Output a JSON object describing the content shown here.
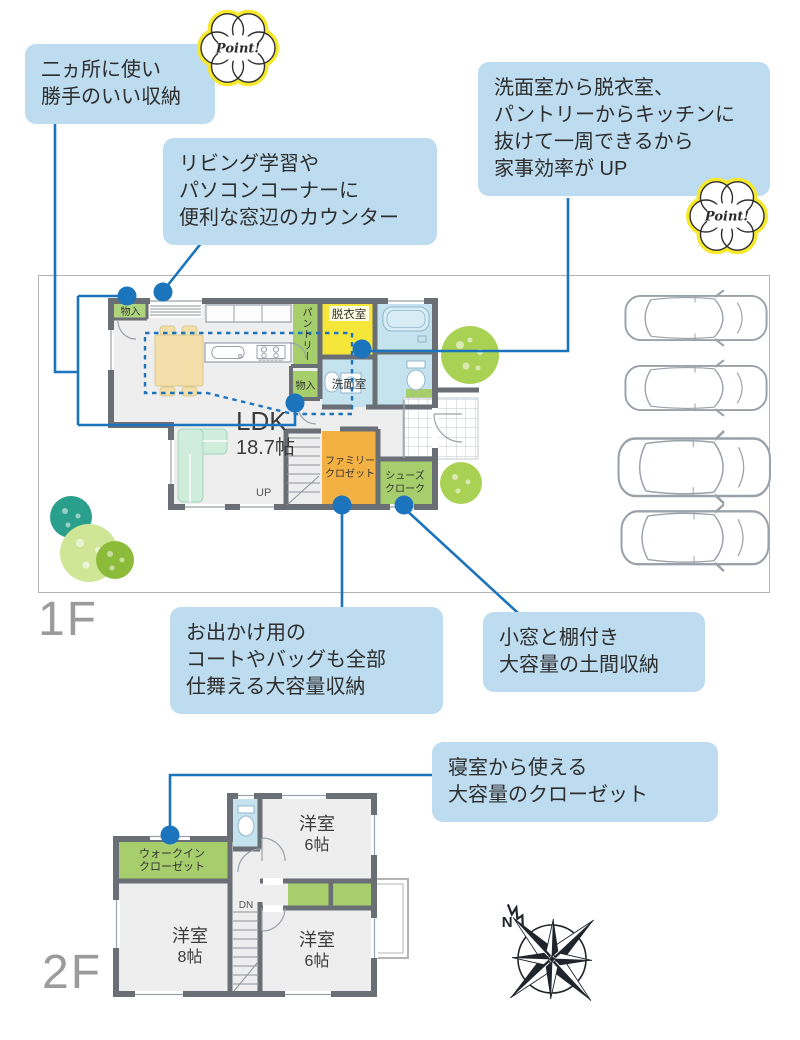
{
  "callouts": {
    "two_storages": "二ヵ所に使い\n勝手のいい収納",
    "window_counter": "リビング学習や\nパソコンコーナーに\n便利な窓辺のカウンター",
    "circulation": "洗面室から脱衣室、\nパントリーからキッチンに\n抜けて一周できるから\n家事効率が UP",
    "family_closet": "お出かけ用の\nコートやバッグも全部\n仕舞える大容量収納",
    "doma_storage": "小窓と棚付き\n大容量の土間収納",
    "bedroom_closet": "寝室から使える\n大容量のクローゼット"
  },
  "point_label": "Point!",
  "floor_labels": {
    "f1": "1F",
    "f2": "2F"
  },
  "rooms_1f": {
    "closet_a": "物入",
    "closet_b": "物入",
    "pantry": "パントリー",
    "dressing_room": "脱衣室",
    "washroom": "洗面室",
    "ldk_name": "LDK",
    "ldk_size": "18.7帖",
    "stairs_up": "UP",
    "family_closet_line1": "ファミリー",
    "family_closet_line2": "クロゼット",
    "shoe_cloak_line1": "シューズ",
    "shoe_cloak_line2": "クローク"
  },
  "rooms_2f": {
    "wic_line1": "ウォークイン",
    "wic_line2": "クローゼット",
    "bedroom6_top_name": "洋室",
    "bedroom6_top_size": "6帖",
    "bedroom8_name": "洋室",
    "bedroom8_size": "8帖",
    "bedroom6_bottom_name": "洋室",
    "bedroom6_bottom_size": "6帖",
    "stairs_down": "DN"
  },
  "compass": {
    "north": "N"
  },
  "colors": {
    "callout_bg": "#bedcef",
    "connector_blue": "#1b74bc",
    "wall_gray": "#6a6f76",
    "floor_gray": "#eeeeef",
    "room_yellow": "#f6e63a",
    "room_orange": "#f3b143",
    "room_green": "#a7ce6c",
    "room_lightblue": "#c5e2ef",
    "flower_yellow": "#f6e82c",
    "tree_teal": "#2aa08c",
    "tree_green": "#8cbb3a",
    "tree_pale": "#cfe696",
    "floor_label_gray": "#9b9b9b"
  }
}
